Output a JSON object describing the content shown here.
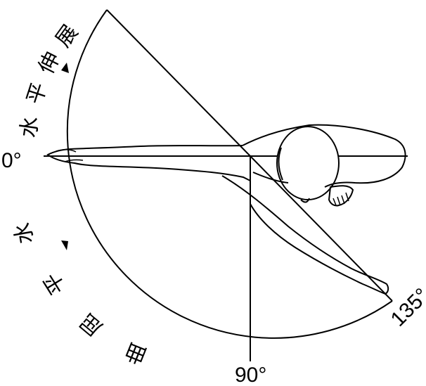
{
  "diagram": {
    "angle_labels": {
      "zero": "0°",
      "ninety": "90°",
      "one_thirty_five": "135°"
    },
    "upper_arc_text": [
      "水",
      "平",
      "伸",
      "展"
    ],
    "lower_arc_text": [
      "水",
      "平",
      "屈",
      "曲"
    ],
    "colors": {
      "line": "#000000",
      "background": "#ffffff"
    }
  }
}
